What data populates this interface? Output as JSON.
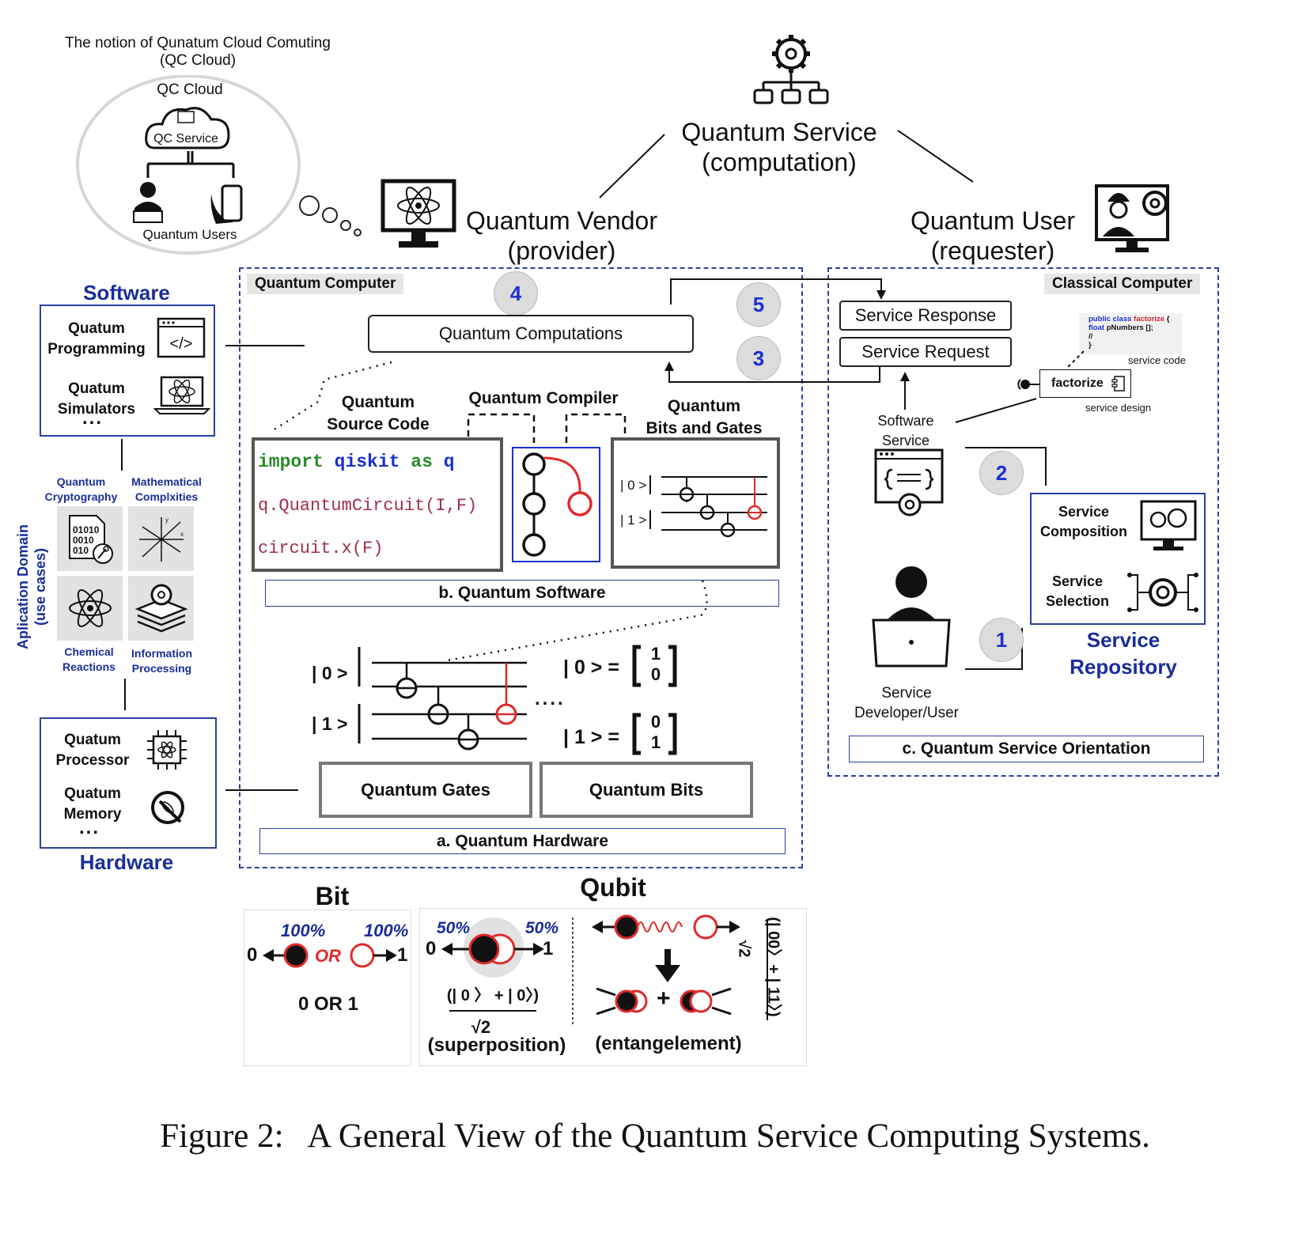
{
  "qc_cloud": {
    "notion_line1": "The notion of Qunatum Cloud Comuting",
    "notion_line2": "(QC Cloud)",
    "cloud_label": "QC Cloud",
    "service_label": "QC Service",
    "users_label": "Quantum Users"
  },
  "top": {
    "service_line1": "Quantum Service",
    "service_line2": "(computation)",
    "vendor_line1": "Quantum Vendor",
    "vendor_line2": "(provider)",
    "user_line1": "Quantum User",
    "user_line2": "(requester)"
  },
  "left": {
    "software_title": "Software",
    "programming_line1": "Quatum",
    "programming_line2": "Programming",
    "simulators_line1": "Quatum",
    "simulators_line2": "Simulators",
    "ellipsis": "...",
    "domain_line1": "Aplication Domain",
    "domain_line2": "(use cases)",
    "crypto_line1": "Quantum",
    "crypto_line2": "Cryptography",
    "math_line1": "Mathematical",
    "math_line2": "Complxities",
    "chem_line1": "Chemical",
    "chem_line2": "Reactions",
    "info_line1": "Information",
    "info_line2": "Processing",
    "processor_line1": "Quatum",
    "processor_line2": "Processor",
    "memory_line1": "Quatum",
    "memory_line2": "Memory",
    "hardware_title": "Hardware",
    "bits_icon": "0101\n0010\n010"
  },
  "qc": {
    "tag": "Quantum Computer",
    "computations": "Quantum Computations",
    "source_line1": "Quantum",
    "source_line2": "Source Code",
    "compiler": "Quantum Compiler",
    "gates_line1": "Quantum",
    "gates_line2": "Bits and Gates",
    "code_kw1": "import",
    "code_mod": "qiskit",
    "code_kw2": "as",
    "code_alias": "q",
    "code_line2": "q.QuantumCircuit(I,F)",
    "code_line3": "circuit.x(F)",
    "software_label": "b. Quantum Software",
    "ket0": "| 0 >",
    "ket1": "| 1 >",
    "ket0_eq": "| 0 > =",
    "ket1_eq": "| 1 > =",
    "vec_1": "1",
    "vec_0": "0",
    "gates_box": "Quantum Gates",
    "bits_box": "Quantum Bits",
    "hardware_label": "a. Quantum Hardware",
    "dots": "...."
  },
  "cc": {
    "tag": "Classical Computer",
    "response": "Service Response",
    "request": "Service Request",
    "code_l1_kw": "public class",
    "code_l1_name": "factorize",
    "code_l1_end": "{",
    "code_l2_kw": "float",
    "code_l2_rest": "pNumbers [];",
    "code_l3": "//",
    "code_l4": "}",
    "service_code": "service code",
    "factorize": "factorize",
    "service_design": "service design",
    "software_service_line1": "Software",
    "software_service_line2": "Service",
    "composition_line1": "Service",
    "composition_line2": "Composition",
    "selection_line1": "Service",
    "selection_line2": "Selection",
    "repository_line1": "Service",
    "repository_line2": "Repository",
    "developer_line1": "Service",
    "developer_line2": "Developer/User",
    "orientation_label": "c. Quantum Service Orientation"
  },
  "steps": [
    "1",
    "2",
    "3",
    "4",
    "5"
  ],
  "bottom": {
    "bit_title": "Bit",
    "qubit_title": "Qubit",
    "pct": "100%",
    "or": "OR",
    "zero": "0",
    "one": "1",
    "bit_result": "0 OR 1",
    "half": "50%",
    "superposition_num": "(| 0 〉 + | 0〉)",
    "sqrt": "√2",
    "superposition": "(superposition)",
    "entanglement": "(entangelement)",
    "entangle_formula": "(| 00〉+ | 11〉)",
    "plus": "+"
  },
  "caption": "Figure 2:   A General View of the Quantum Service Computing Systems."
}
